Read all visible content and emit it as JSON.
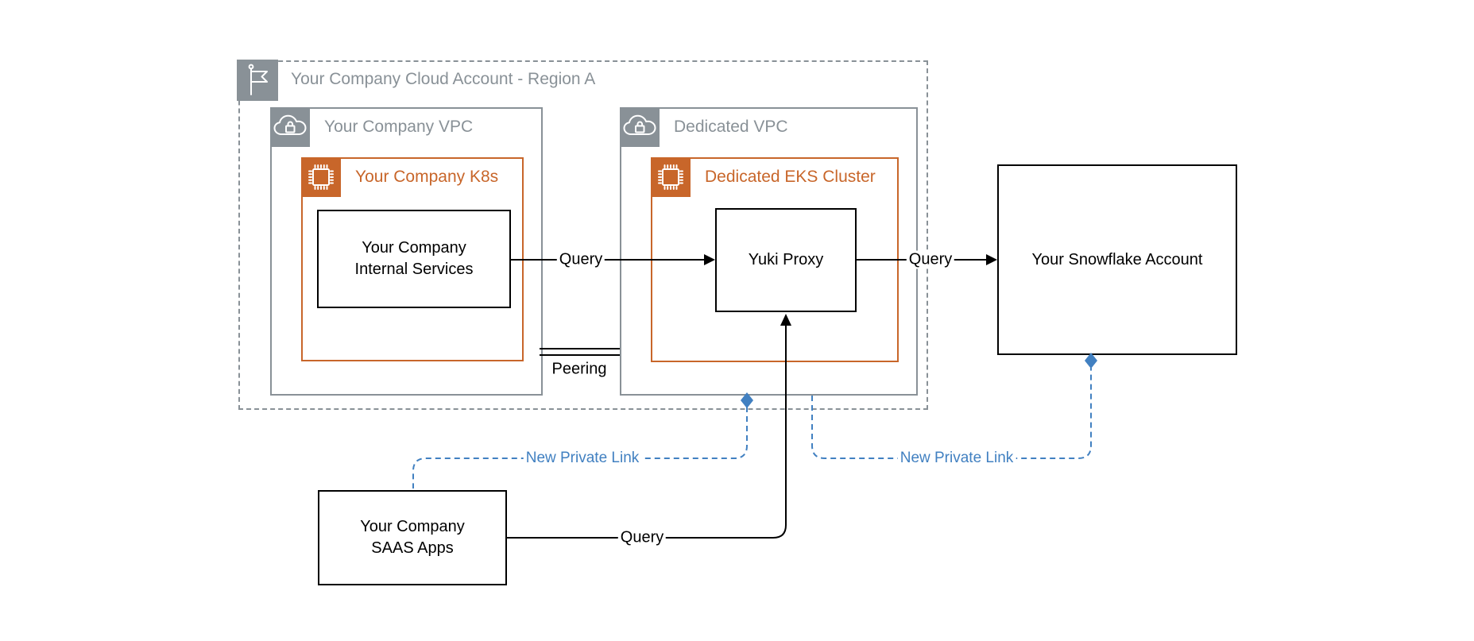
{
  "nodes": {
    "cloud_account": {
      "label": "Your Company Cloud Account - Region A"
    },
    "company_vpc": {
      "label": "Your Company VPC"
    },
    "dedicated_vpc": {
      "label": "Dedicated VPC"
    },
    "company_k8s": {
      "label": "Your Company K8s"
    },
    "eks_cluster": {
      "label": "Dedicated EKS Cluster"
    },
    "internal_services": {
      "label": "Your Company\nInternal Services"
    },
    "yuki_proxy": {
      "label": "Yuki Proxy"
    },
    "snowflake": {
      "label": "Your Snowflake Account"
    },
    "saas_apps": {
      "label": "Your Company\nSAAS Apps"
    }
  },
  "edges": {
    "query_internal_to_proxy": {
      "label": "Query"
    },
    "query_proxy_to_snowflake": {
      "label": "Query"
    },
    "query_saas_to_proxy": {
      "label": "Query"
    },
    "peering": {
      "label": "Peering"
    },
    "private_link_left": {
      "label": "New Private Link"
    },
    "private_link_right": {
      "label": "New Private Link"
    }
  },
  "colors": {
    "container-gray": "#899197",
    "cluster-orange": "#C8662A",
    "link-blue": "#4180C1",
    "edge-black": "#000000"
  }
}
